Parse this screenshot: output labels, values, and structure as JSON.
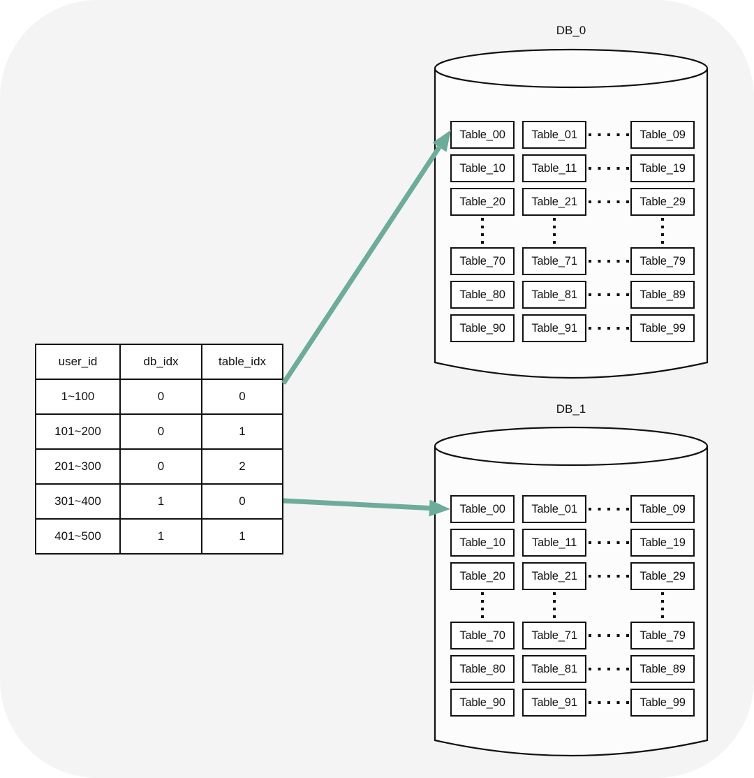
{
  "colors": {
    "page_background": "#ffffff",
    "canvas_background": "#f4f4f5",
    "line": "#111111",
    "arrow": "#6dac9a",
    "box_fill": "#ffffff"
  },
  "mapping_table": {
    "headers": [
      "user_id",
      "db_idx",
      "table_idx"
    ],
    "rows": [
      [
        "1~100",
        "0",
        "0"
      ],
      [
        "101~200",
        "0",
        "1"
      ],
      [
        "201~300",
        "0",
        "2"
      ],
      [
        "301~400",
        "1",
        "0"
      ],
      [
        "401~500",
        "1",
        "1"
      ]
    ]
  },
  "db0": {
    "label": "DB_0",
    "rows": [
      [
        "Table_00",
        "Table_01",
        "Table_09"
      ],
      [
        "Table_10",
        "Table_11",
        "Table_19"
      ],
      [
        "Table_20",
        "Table_21",
        "Table_29"
      ],
      [
        "Table_70",
        "Table_71",
        "Table_79"
      ],
      [
        "Table_80",
        "Table_81",
        "Table_89"
      ],
      [
        "Table_90",
        "Table_91",
        "Table_99"
      ]
    ]
  },
  "db1": {
    "label": "DB_1",
    "rows": [
      [
        "Table_00",
        "Table_01",
        "Table_09"
      ],
      [
        "Table_10",
        "Table_11",
        "Table_19"
      ],
      [
        "Table_20",
        "Table_21",
        "Table_29"
      ],
      [
        "Table_70",
        "Table_71",
        "Table_79"
      ],
      [
        "Table_80",
        "Table_81",
        "Table_89"
      ],
      [
        "Table_90",
        "Table_91",
        "Table_99"
      ]
    ]
  },
  "arrows": [
    {
      "from_row": "1~100",
      "to": "DB_0 Table_00"
    },
    {
      "from_row": "301~400",
      "to": "DB_1 Table_00"
    }
  ]
}
